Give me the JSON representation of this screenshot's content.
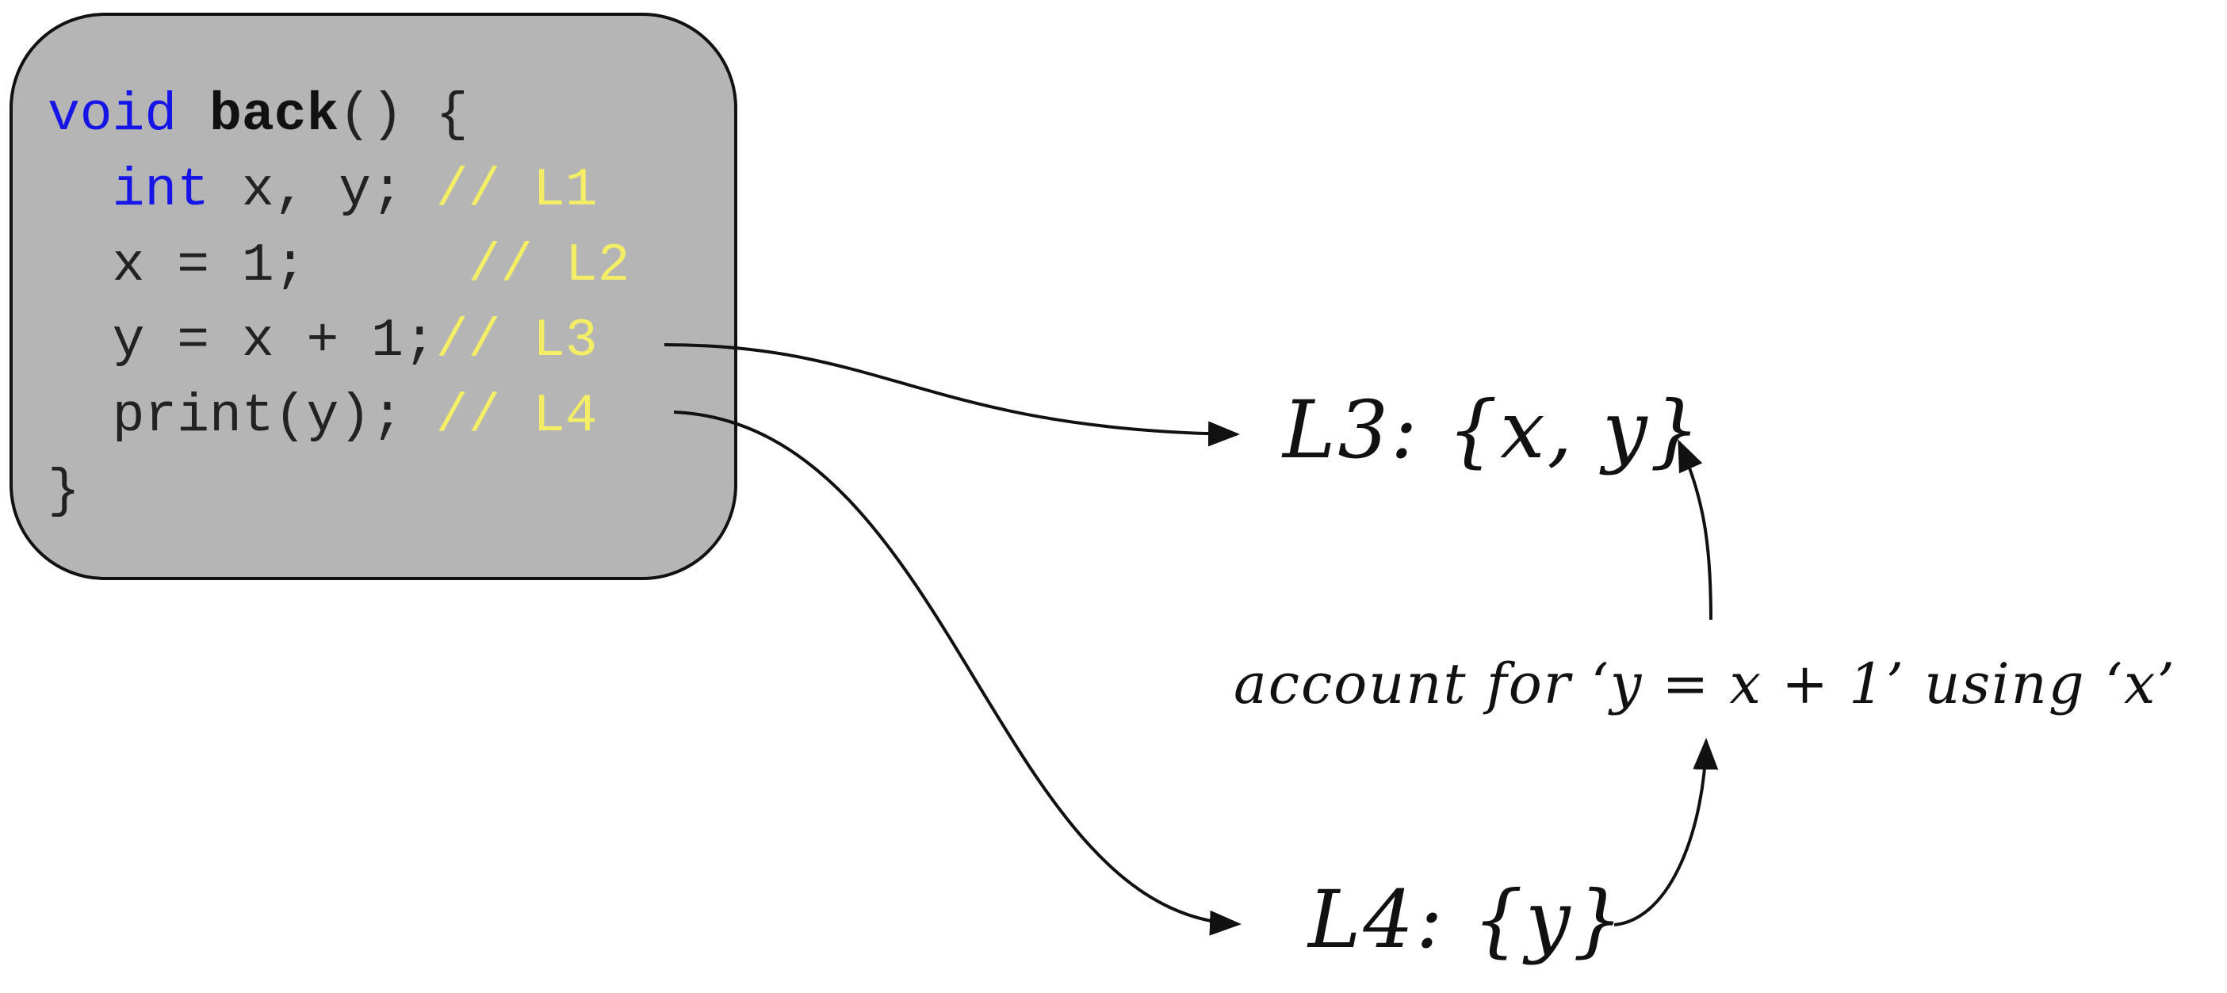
{
  "code": {
    "lines": [
      {
        "indent": "",
        "keyword": "void",
        "space": " ",
        "name": "back",
        "rest": "() {",
        "comment": ""
      },
      {
        "indent": "  ",
        "keyword": "int",
        "space": " ",
        "name": "",
        "rest": "x, y; ",
        "comment": "// L1"
      },
      {
        "indent": "  ",
        "keyword": "",
        "space": "",
        "name": "",
        "rest": "x = 1;     ",
        "comment": "// L2"
      },
      {
        "indent": "  ",
        "keyword": "",
        "space": "",
        "name": "",
        "rest": "y = x + 1;",
        "comment": "// L3"
      },
      {
        "indent": "  ",
        "keyword": "",
        "space": "",
        "name": "",
        "rest": "print(y); ",
        "comment": "// L4"
      },
      {
        "indent": "",
        "keyword": "",
        "space": "",
        "name": "",
        "rest": "}",
        "comment": ""
      }
    ]
  },
  "labels": {
    "l3_set": "L3: {x, y}",
    "l4_set": "L4: {y}",
    "account_note": "account for ‘y = x + 1’ using ‘x’"
  },
  "colors": {
    "code_background": "#b5b5b5",
    "keyword": "#1515e8",
    "comment": "#f4ee66",
    "text": "#222222",
    "stroke": "#111111"
  }
}
